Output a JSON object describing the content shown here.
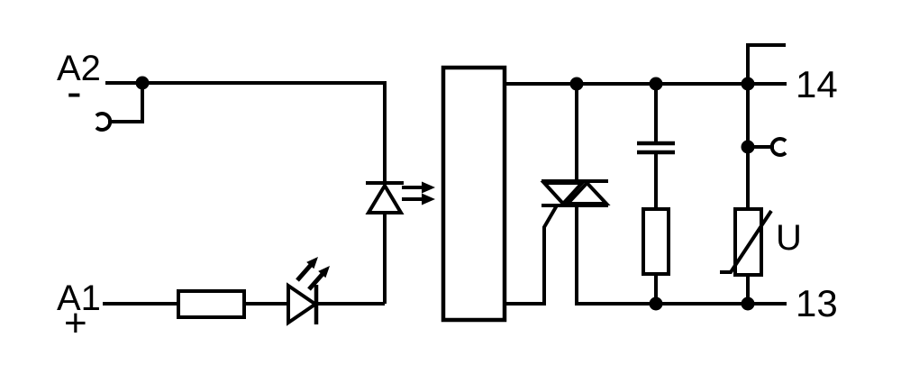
{
  "schematic": {
    "background_color": "#ffffff",
    "line_color": "#000000",
    "labels": {
      "a2": "A2",
      "a2_polarity": "-",
      "a1": "A1",
      "a1_polarity": "+",
      "terminal_14": "14",
      "terminal_13": "13",
      "varistor_voltage": "U"
    },
    "component_icons": [
      "plug-contact-icon",
      "junction-dot-icon",
      "series-resistor-icon",
      "led-icon",
      "optocoupler-led-icon",
      "driver-ic-box",
      "triac-icon",
      "snubber-capacitor-icon",
      "snubber-resistor-icon",
      "varistor-icon"
    ]
  }
}
